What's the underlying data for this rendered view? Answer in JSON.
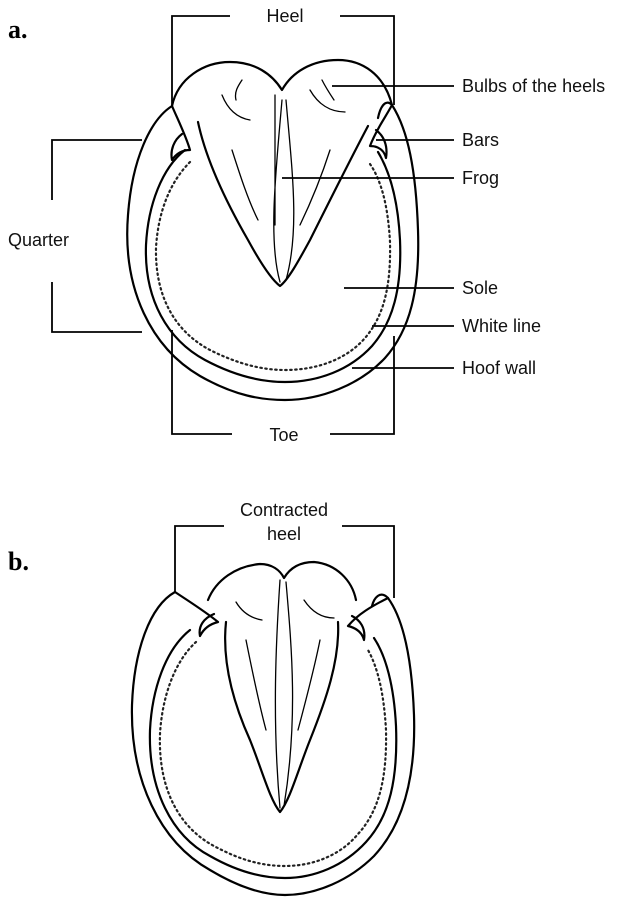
{
  "figure_a": {
    "panel_label": "a.",
    "labels": {
      "heel": "Heel",
      "bulbs": "Bulbs of the heels",
      "bars": "Bars",
      "frog": "Frog",
      "quarter": "Quarter",
      "sole": "Sole",
      "white_line": "White line",
      "hoof_wall": "Hoof wall",
      "toe": "Toe"
    }
  },
  "figure_b": {
    "panel_label": "b.",
    "labels": {
      "contracted_heel_line1": "Contracted",
      "contracted_heel_line2": "heel"
    }
  }
}
